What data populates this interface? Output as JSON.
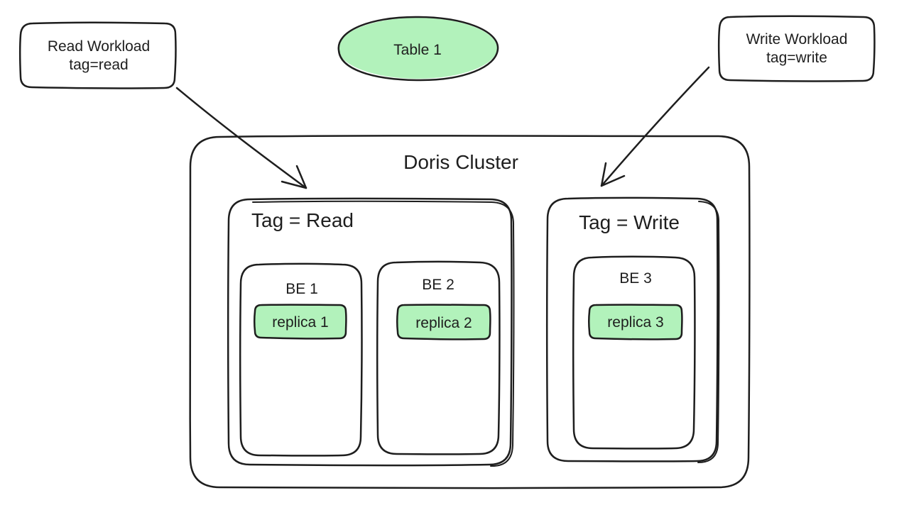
{
  "colors": {
    "stroke": "#1e1e1e",
    "fill_green": "#b2f2bb",
    "background": "#ffffff"
  },
  "read_workload": {
    "line1": "Read Workload",
    "line2": "tag=read"
  },
  "write_workload": {
    "line1": "Write Workload",
    "line2": "tag=write"
  },
  "table": {
    "label": "Table 1"
  },
  "cluster": {
    "title": "Doris Cluster",
    "read_group": {
      "title": "Tag = Read",
      "backends": [
        {
          "label": "BE 1",
          "replica": "replica 1"
        },
        {
          "label": "BE 2",
          "replica": "replica 2"
        }
      ]
    },
    "write_group": {
      "title": "Tag = Write",
      "backends": [
        {
          "label": "BE 3",
          "replica": "replica 3"
        }
      ]
    }
  }
}
